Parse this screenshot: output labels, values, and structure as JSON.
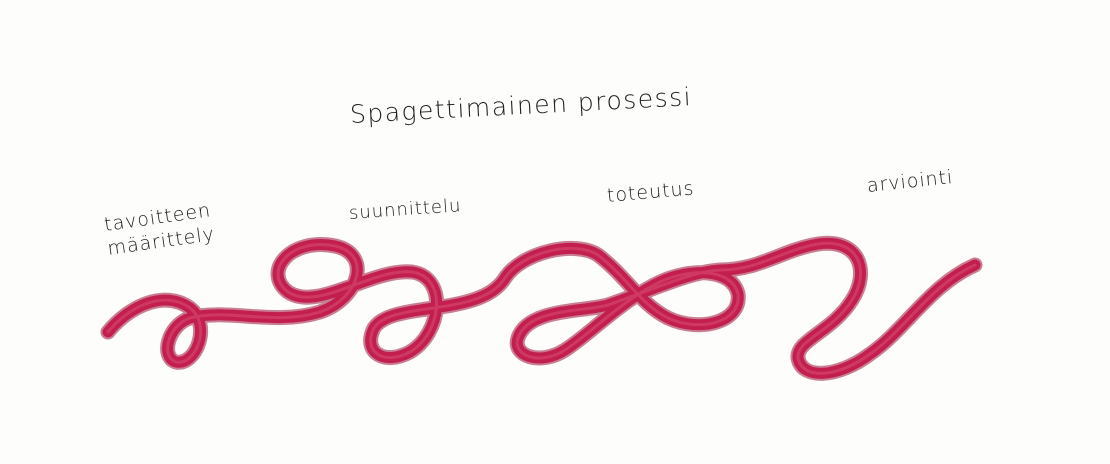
{
  "title": "Spagettimainen prosessi",
  "stages": {
    "goal_line1": "tavoitteen",
    "goal_line2": "määrittely",
    "planning": "suunnittelu",
    "implementation": "toteutus",
    "evaluation": "arviointi"
  },
  "colors": {
    "strand": "#c21f4f",
    "strand_dark": "#9c163c",
    "ink": "#1f1f1f",
    "paper": "#fdfdfc"
  }
}
